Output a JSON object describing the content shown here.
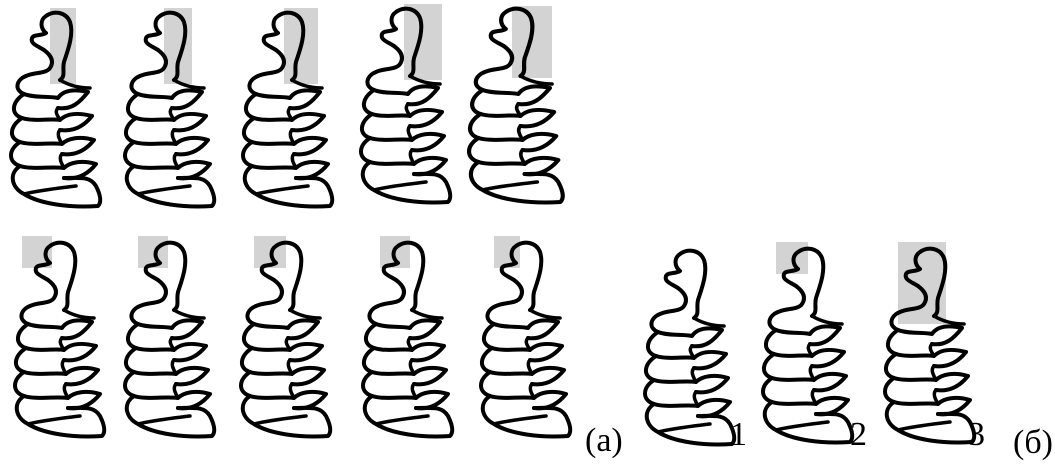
{
  "figure": {
    "panel_a_label": "(а)",
    "panel_b_label": "(б)",
    "panel_b_numbers": [
      "1",
      "2",
      "3"
    ]
  },
  "colors": {
    "outline": "#000000",
    "highlight": "#d3d3d3",
    "background": "#ffffff"
  }
}
